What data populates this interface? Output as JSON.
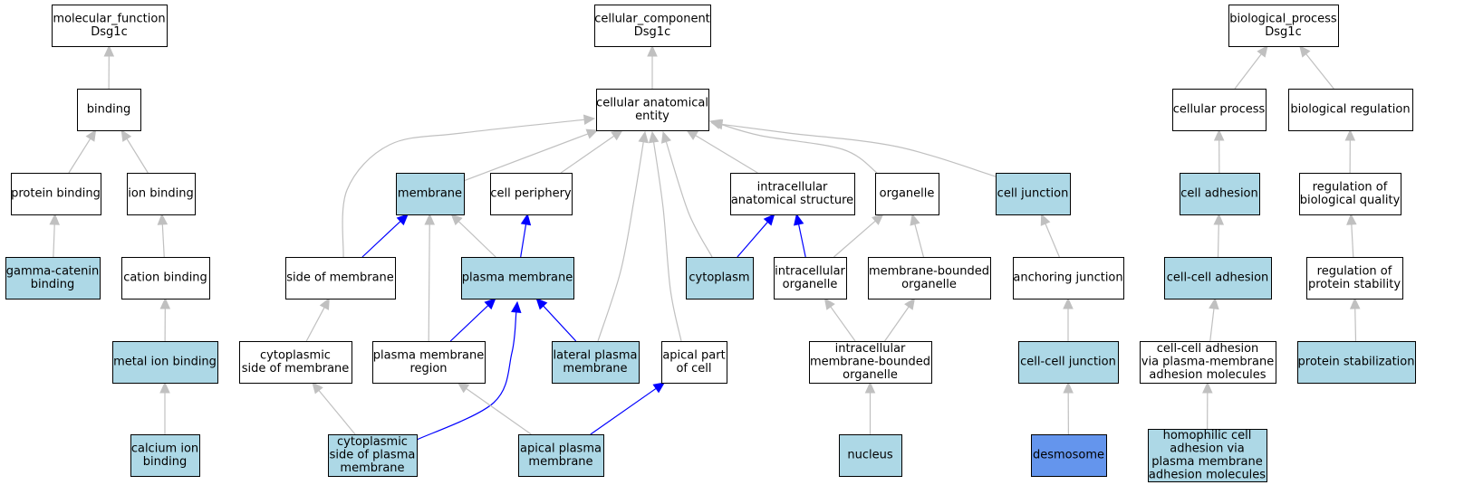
{
  "colors": {
    "plain": "#ffffff",
    "annotated": "#add8e6",
    "focus": "#6495ed",
    "edge_default": "#c0c0c0",
    "edge_highlight": "#0000ff"
  },
  "nodes": [
    {
      "id": "mf_root",
      "lines": [
        "molecular_function",
        "Dsg1c"
      ],
      "style": "plain"
    },
    {
      "id": "binding",
      "lines": [
        "binding"
      ],
      "style": "plain"
    },
    {
      "id": "protein_binding",
      "lines": [
        "protein binding"
      ],
      "style": "plain"
    },
    {
      "id": "ion_binding",
      "lines": [
        "ion binding"
      ],
      "style": "plain"
    },
    {
      "id": "gamma_catenin",
      "lines": [
        "gamma-catenin",
        "binding"
      ],
      "style": "annotated"
    },
    {
      "id": "cation_binding",
      "lines": [
        "cation binding"
      ],
      "style": "plain"
    },
    {
      "id": "metal_ion",
      "lines": [
        "metal ion binding"
      ],
      "style": "annotated"
    },
    {
      "id": "calcium_ion",
      "lines": [
        "calcium ion",
        "binding"
      ],
      "style": "annotated"
    },
    {
      "id": "cc_root",
      "lines": [
        "cellular_component",
        "Dsg1c"
      ],
      "style": "plain"
    },
    {
      "id": "cae",
      "lines": [
        "cellular anatomical",
        "entity"
      ],
      "style": "plain"
    },
    {
      "id": "membrane",
      "lines": [
        "membrane"
      ],
      "style": "annotated"
    },
    {
      "id": "cell_periphery",
      "lines": [
        "cell periphery"
      ],
      "style": "plain"
    },
    {
      "id": "ias",
      "lines": [
        "intracellular",
        "anatomical structure"
      ],
      "style": "plain"
    },
    {
      "id": "organelle",
      "lines": [
        "organelle"
      ],
      "style": "plain"
    },
    {
      "id": "cell_junction",
      "lines": [
        "cell junction"
      ],
      "style": "annotated"
    },
    {
      "id": "side_membrane",
      "lines": [
        "side of membrane"
      ],
      "style": "plain"
    },
    {
      "id": "plasma_membrane",
      "lines": [
        "plasma membrane"
      ],
      "style": "annotated"
    },
    {
      "id": "cytoplasm",
      "lines": [
        "cytoplasm"
      ],
      "style": "annotated"
    },
    {
      "id": "intra_organelle",
      "lines": [
        "intracellular",
        "organelle"
      ],
      "style": "plain"
    },
    {
      "id": "mb_organelle",
      "lines": [
        "membrane-bounded",
        "organelle"
      ],
      "style": "plain"
    },
    {
      "id": "anchoring_junction",
      "lines": [
        "anchoring junction"
      ],
      "style": "plain"
    },
    {
      "id": "cyto_side_membrane",
      "lines": [
        "cytoplasmic",
        "side of membrane"
      ],
      "style": "plain"
    },
    {
      "id": "pm_region",
      "lines": [
        "plasma membrane",
        "region"
      ],
      "style": "plain"
    },
    {
      "id": "lateral_pm",
      "lines": [
        "lateral plasma",
        "membrane"
      ],
      "style": "annotated"
    },
    {
      "id": "apical_part",
      "lines": [
        "apical part",
        "of cell"
      ],
      "style": "plain"
    },
    {
      "id": "imbo",
      "lines": [
        "intracellular",
        "membrane-bounded",
        "organelle"
      ],
      "style": "plain"
    },
    {
      "id": "ccj",
      "lines": [
        "cell-cell junction"
      ],
      "style": "annotated"
    },
    {
      "id": "cyto_side_pm",
      "lines": [
        "cytoplasmic",
        "side of plasma",
        "membrane"
      ],
      "style": "annotated"
    },
    {
      "id": "apical_pm",
      "lines": [
        "apical plasma",
        "membrane"
      ],
      "style": "annotated"
    },
    {
      "id": "nucleus",
      "lines": [
        "nucleus"
      ],
      "style": "annotated"
    },
    {
      "id": "desmosome",
      "lines": [
        "desmosome"
      ],
      "style": "focus"
    },
    {
      "id": "bp_root",
      "lines": [
        "biological_process",
        "Dsg1c"
      ],
      "style": "plain"
    },
    {
      "id": "cellular_process",
      "lines": [
        "cellular process"
      ],
      "style": "plain"
    },
    {
      "id": "bio_reg",
      "lines": [
        "biological regulation"
      ],
      "style": "plain"
    },
    {
      "id": "cell_adhesion",
      "lines": [
        "cell adhesion"
      ],
      "style": "annotated"
    },
    {
      "id": "reg_bq",
      "lines": [
        "regulation of",
        "biological quality"
      ],
      "style": "plain"
    },
    {
      "id": "ccadh",
      "lines": [
        "cell-cell adhesion"
      ],
      "style": "annotated"
    },
    {
      "id": "reg_ps",
      "lines": [
        "regulation of",
        "protein stability"
      ],
      "style": "plain"
    },
    {
      "id": "ccadh_pm",
      "lines": [
        "cell-cell adhesion",
        "via plasma-membrane",
        "adhesion molecules"
      ],
      "style": "plain"
    },
    {
      "id": "protein_stab",
      "lines": [
        "protein stabilization"
      ],
      "style": "annotated"
    },
    {
      "id": "homophilic",
      "lines": [
        "homophilic cell",
        "adhesion via",
        "plasma membrane",
        "adhesion molecules"
      ],
      "style": "annotated"
    }
  ],
  "edges": [
    {
      "from": "binding",
      "to": "mf_root",
      "highlight": false
    },
    {
      "from": "protein_binding",
      "to": "binding",
      "highlight": false
    },
    {
      "from": "ion_binding",
      "to": "binding",
      "highlight": false
    },
    {
      "from": "gamma_catenin",
      "to": "protein_binding",
      "highlight": false
    },
    {
      "from": "cation_binding",
      "to": "ion_binding",
      "highlight": false
    },
    {
      "from": "metal_ion",
      "to": "cation_binding",
      "highlight": false
    },
    {
      "from": "calcium_ion",
      "to": "metal_ion",
      "highlight": false
    },
    {
      "from": "cae",
      "to": "cc_root",
      "highlight": false
    },
    {
      "from": "membrane",
      "to": "cae",
      "highlight": false
    },
    {
      "from": "cell_periphery",
      "to": "cae",
      "highlight": false
    },
    {
      "from": "ias",
      "to": "cae",
      "highlight": false
    },
    {
      "from": "organelle",
      "to": "cae",
      "highlight": false
    },
    {
      "from": "cell_junction",
      "to": "cae",
      "highlight": false
    },
    {
      "from": "side_membrane",
      "to": "cae",
      "highlight": false
    },
    {
      "from": "cytoplasm",
      "to": "cae",
      "highlight": false
    },
    {
      "from": "lateral_pm",
      "to": "cae",
      "highlight": false
    },
    {
      "from": "apical_part",
      "to": "cae",
      "highlight": false
    },
    {
      "from": "side_membrane",
      "to": "membrane",
      "highlight": true
    },
    {
      "from": "plasma_membrane",
      "to": "membrane",
      "highlight": false
    },
    {
      "from": "pm_region",
      "to": "membrane",
      "highlight": false
    },
    {
      "from": "plasma_membrane",
      "to": "cell_periphery",
      "highlight": true
    },
    {
      "from": "cytoplasm",
      "to": "ias",
      "highlight": true
    },
    {
      "from": "intra_organelle",
      "to": "ias",
      "highlight": true
    },
    {
      "from": "intra_organelle",
      "to": "organelle",
      "highlight": false
    },
    {
      "from": "mb_organelle",
      "to": "organelle",
      "highlight": false
    },
    {
      "from": "anchoring_junction",
      "to": "cell_junction",
      "highlight": false
    },
    {
      "from": "cyto_side_membrane",
      "to": "side_membrane",
      "highlight": false
    },
    {
      "from": "pm_region",
      "to": "plasma_membrane",
      "highlight": true
    },
    {
      "from": "lateral_pm",
      "to": "plasma_membrane",
      "highlight": true
    },
    {
      "from": "cyto_side_pm",
      "to": "plasma_membrane",
      "highlight": true
    },
    {
      "from": "imbo",
      "to": "intra_organelle",
      "highlight": false
    },
    {
      "from": "imbo",
      "to": "mb_organelle",
      "highlight": false
    },
    {
      "from": "ccj",
      "to": "anchoring_junction",
      "highlight": false
    },
    {
      "from": "cyto_side_pm",
      "to": "cyto_side_membrane",
      "highlight": false
    },
    {
      "from": "apical_pm",
      "to": "pm_region",
      "highlight": false
    },
    {
      "from": "apical_pm",
      "to": "apical_part",
      "highlight": true
    },
    {
      "from": "nucleus",
      "to": "imbo",
      "highlight": false
    },
    {
      "from": "desmosome",
      "to": "ccj",
      "highlight": false
    },
    {
      "from": "cellular_process",
      "to": "bp_root",
      "highlight": false
    },
    {
      "from": "bio_reg",
      "to": "bp_root",
      "highlight": false
    },
    {
      "from": "cell_adhesion",
      "to": "cellular_process",
      "highlight": false
    },
    {
      "from": "reg_bq",
      "to": "bio_reg",
      "highlight": false
    },
    {
      "from": "ccadh",
      "to": "cell_adhesion",
      "highlight": false
    },
    {
      "from": "reg_ps",
      "to": "reg_bq",
      "highlight": false
    },
    {
      "from": "ccadh_pm",
      "to": "ccadh",
      "highlight": false
    },
    {
      "from": "protein_stab",
      "to": "reg_ps",
      "highlight": false
    },
    {
      "from": "homophilic",
      "to": "ccadh_pm",
      "highlight": false
    }
  ]
}
